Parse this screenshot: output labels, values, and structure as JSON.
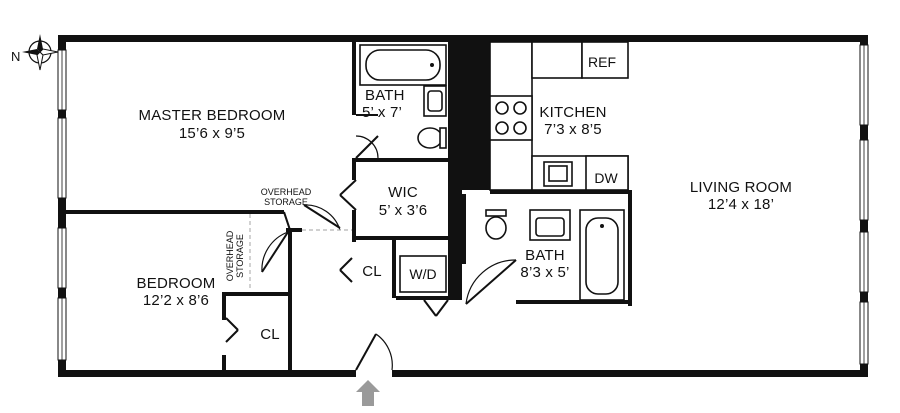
{
  "compass": {
    "label": "N",
    "icon": "compass-rose-icon"
  },
  "rooms": {
    "master_bedroom": {
      "name": "MASTER BEDROOM",
      "size": "15’6 x 9’5"
    },
    "bath_top": {
      "name": "BATH",
      "size": "5’ x 7’"
    },
    "kitchen": {
      "name": "KITCHEN",
      "size": "7’3 x 8’5"
    },
    "living_room": {
      "name": "LIVING ROOM",
      "size": "12’4 x 18’"
    },
    "wic": {
      "name": "WIC",
      "size": "5’ x 3’6"
    },
    "bedroom": {
      "name": "BEDROOM",
      "size": "12’2 x 8’6"
    },
    "bath_bottom": {
      "name": "BATH",
      "size": "8’3 x 5’"
    }
  },
  "labels": {
    "ref": "REF",
    "dw": "DW",
    "wd": "W/D",
    "closet_hall": "CL",
    "closet_bedroom": "CL",
    "overhead_storage_top_1": "OVERHEAD",
    "overhead_storage_top_2": "STORAGE",
    "overhead_storage_side_1": "OVERHEAD",
    "overhead_storage_side_2": "STORAGE"
  },
  "entry": {
    "icon": "entry-arrow-icon"
  },
  "colors": {
    "wall": "#111111",
    "entry_arrow": "#9a9a9a",
    "storage_dash": "#b5b5b5"
  }
}
